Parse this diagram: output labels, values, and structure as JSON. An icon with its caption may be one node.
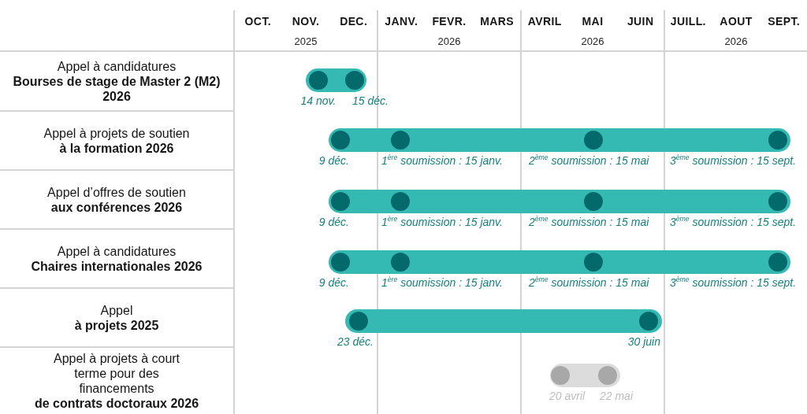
{
  "diagram": {
    "nodes": [
      {
        "text": [
          "Appel à candidatures",
          "Bourses de stage de Master 2 (M2) 2026"
        ]
      },
      {
        "text": [],
        "shape": "bar",
        "beside": [
          "14 nov.",
          "15 déc."
        ]
      },
      {
        "text": [
          "Appel à projets de soutien",
          "à la formation 2026"
        ]
      },
      {
        "text": [],
        "shape": "bar",
        "beside": [
          "9 déc.",
          "1$^{ère}$ soumission : 15 janv.",
          "2$^{ème}$ soumission : 15 mai",
          "3$^{ème}$ soumission : 15 sept."
        ]
      },
      {
        "text": [
          "Appel d’offres de soutien",
          "aux conférences 2026"
        ]
      },
      {
        "text": [],
        "shape": "bar",
        "beside": [
          "9 déc.",
          "1$^{ère}$ soumission : 15 janv.",
          "2$^{ème}$ soumission : 15 mai",
          "3$^{ème}$ soumission : 15 sept."
        ]
      },
      {
        "text": [
          "Appel à candidatures",
          "Chaires internationales 2026"
        ]
      },
      {
        "text": [],
        "shape": "bar",
        "beside": [
          "9 déc.",
          "1$^{ère}$ soumission : 15 janv.",
          "2$^{ème}$ soumission : 15 mai",
          "3$^{ème}$ soumission : 15 sept."
        ]
      },
      {
        "text": [
          "Appel",
          "à projets 2025"
        ]
      },
      {
        "text": [],
        "shape": "bar",
        "beside": [
          "23 déc.",
          "30 juin"
        ]
      },
      {
        "text": [
          "Appel à projets à court terme pour des financements",
          "de contrats doctoraux 2026"
        ]
      },
      {
        "text": [],
        "shape": "bar",
        "beside": [
          "20 avril",
          "22 mai"
        ]
      }
    ],
    "labels": [
      "OCT.",
      "NOV.",
      "DEC.",
      "JANV.",
      "FEVR.",
      "MARS",
      "AVRIL",
      "MAI",
      "JUIN",
      "JUILL.",
      "AOUT",
      "SEPT.",
      "2025",
      "2026",
      "2026",
      "2026"
    ]
  }
}
